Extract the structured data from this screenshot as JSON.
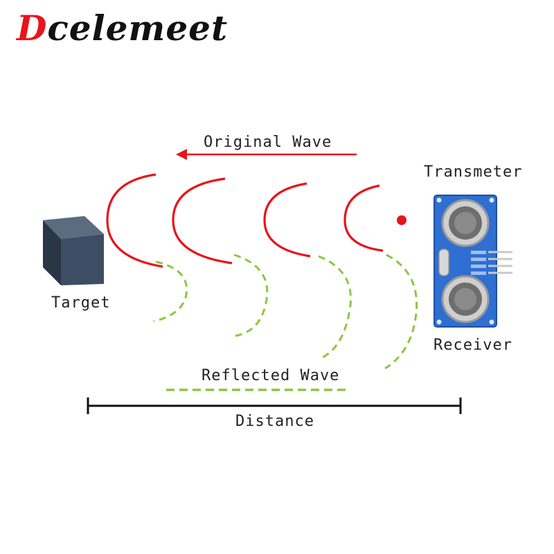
{
  "brand": {
    "part1": "D",
    "part2": "celemeet"
  },
  "labels": {
    "original_wave": "Original Wave",
    "transmeter": "Transmeter",
    "target": "Target",
    "receiver": "Receiver",
    "reflected_wave": "Reflected Wave",
    "distance": "Distance"
  },
  "colors": {
    "original_wave": "#e8141b",
    "reflected_wave": "#8dc63f",
    "sensor_board": "#2f6fd1",
    "target_cube": "#3a4a5e",
    "distance_bar": "#111111"
  },
  "icons": {
    "target": "cube-icon",
    "sensor": "ultrasonic-sensor-icon",
    "emitter": "red-dot-icon"
  }
}
